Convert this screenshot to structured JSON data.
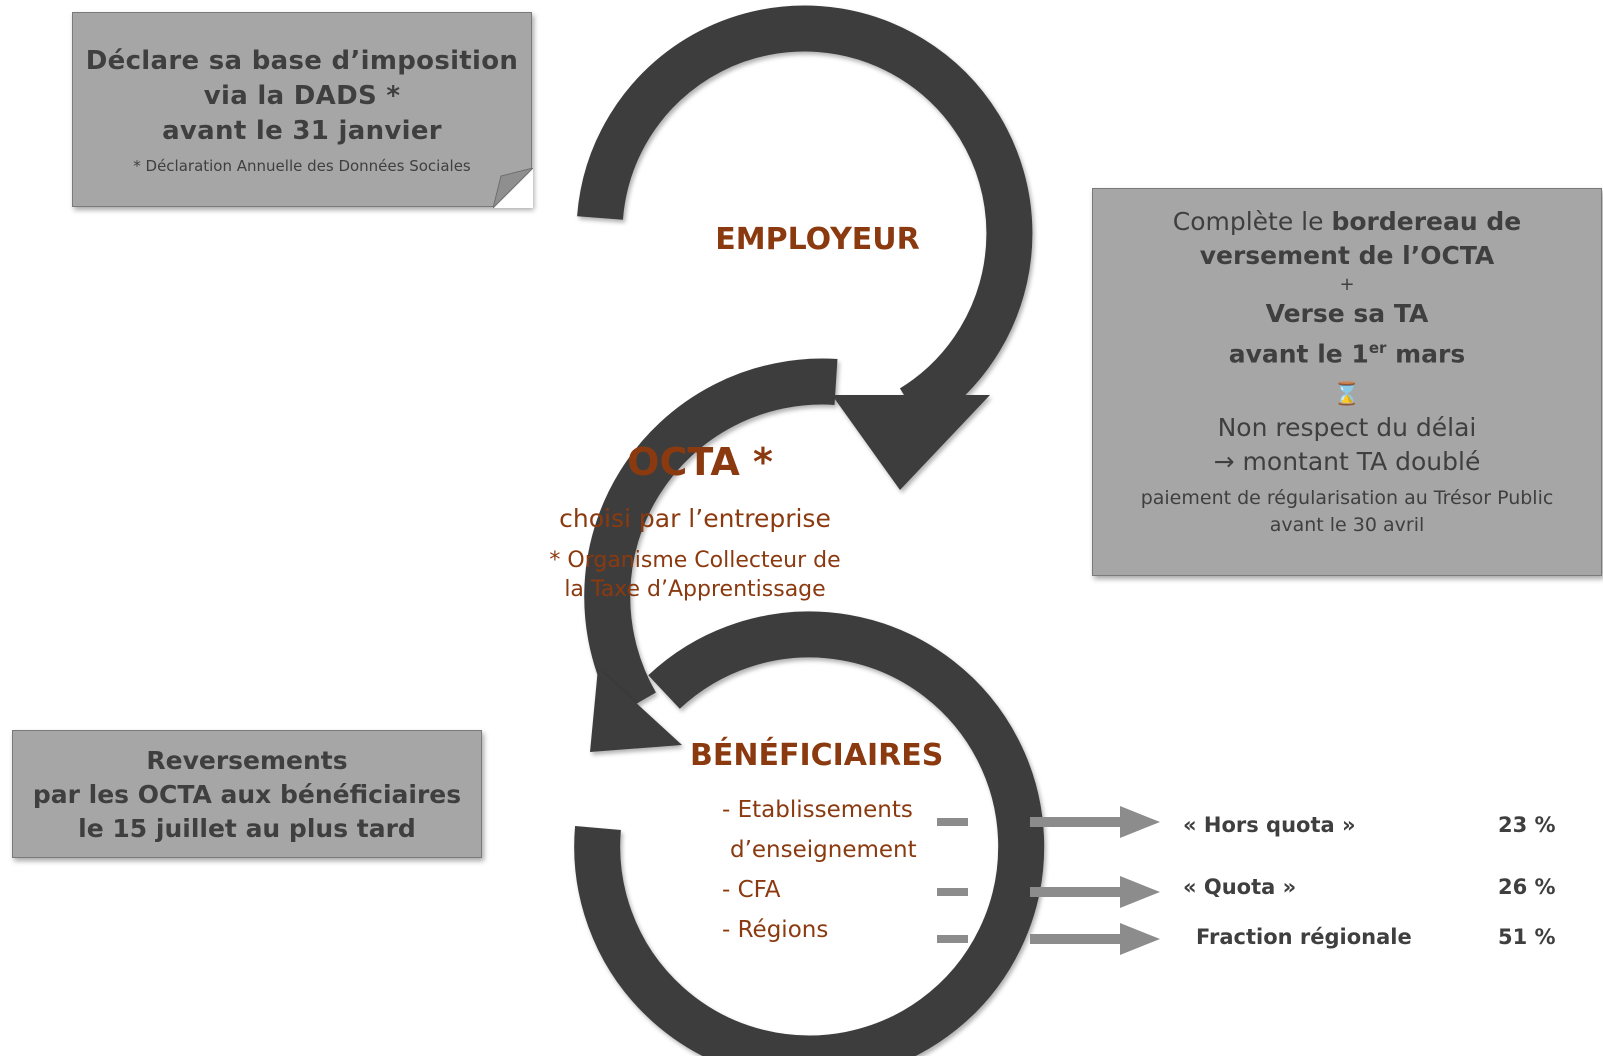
{
  "employer_note": {
    "line1": "Déclare sa base d’imposition",
    "line2": "via la DADS *",
    "line3": "avant le 31 janvier",
    "footnote": "* Déclaration Annuelle des Données Sociales"
  },
  "octa_note": {
    "line1_plain": "Complète le ",
    "line1_bold": "bordereau de",
    "line2": "versement de l’OCTA",
    "plus": "+",
    "line3": "Verse sa TA",
    "line4_pre": "avant le 1",
    "line4_sup": "er",
    "line4_post": " mars",
    "hourglass": "⌛",
    "line5": "Non respect du délai",
    "line6": "→ montant TA doublé",
    "line7": "paiement de régularisation au Trésor Public",
    "line8": "avant le 30 avril"
  },
  "reversement_note": {
    "line1": "Reversements",
    "line2": "par les OCTA aux bénéficiaires",
    "line3": "le 15 juillet au plus tard"
  },
  "cycle": {
    "employeur": "EMPLOYEUR",
    "octa": "OCTA *",
    "octa_sub": "choisi par l’entreprise",
    "octa_fn1": "* Organisme Collecteur de",
    "octa_fn2": "la Taxe d’Apprentissage",
    "beneficiaires": "BÉNÉFICIAIRES",
    "item1": "- Etablissements",
    "item1b": "d’enseignement",
    "item2": "- CFA",
    "item3": "- Régions"
  },
  "shares": [
    {
      "label": "« Hors quota »",
      "value": "23 %"
    },
    {
      "label": "« Quota »",
      "value": "26 %"
    },
    {
      "label": "Fraction régionale",
      "value": "51 %"
    }
  ],
  "colors": {
    "arc": "#3d3d3d",
    "arrow": "#8c8c8c",
    "note_bg": "#a6a6a6",
    "label": "#8b3a10"
  }
}
